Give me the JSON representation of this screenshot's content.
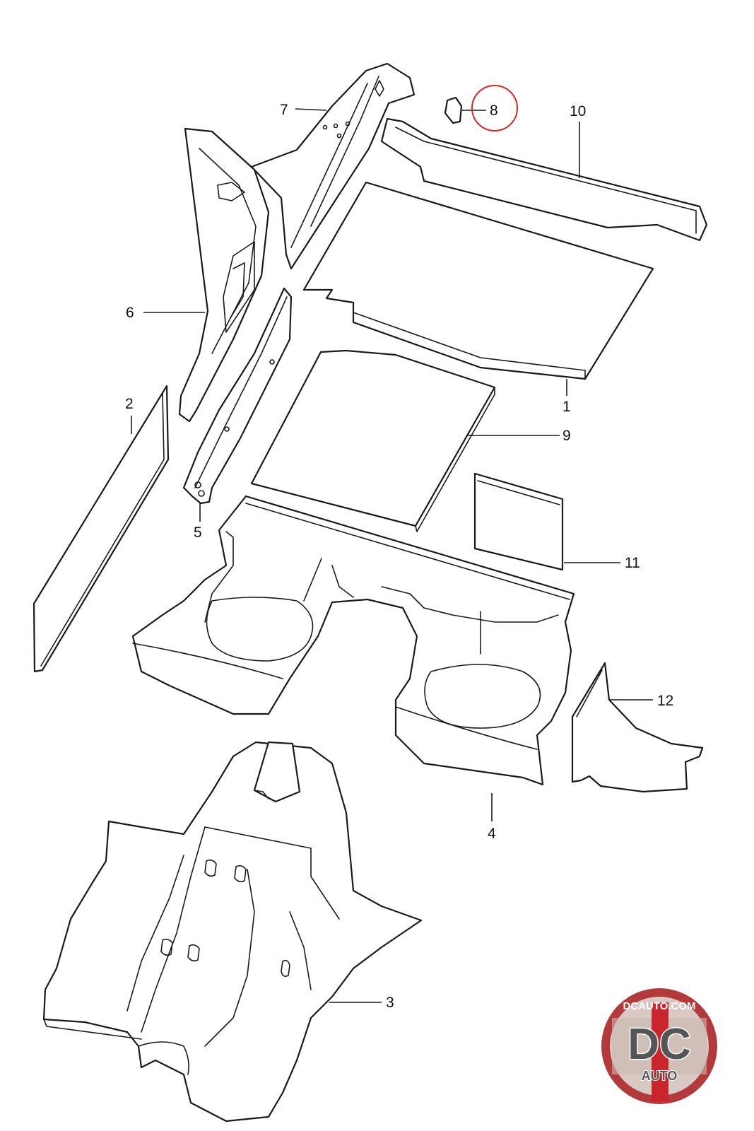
{
  "callouts": [
    {
      "id": "1",
      "label": "1"
    },
    {
      "id": "2",
      "label": "2"
    },
    {
      "id": "3",
      "label": "3"
    },
    {
      "id": "4",
      "label": "4"
    },
    {
      "id": "5",
      "label": "5"
    },
    {
      "id": "6",
      "label": "6"
    },
    {
      "id": "7",
      "label": "7"
    },
    {
      "id": "8",
      "label": "8",
      "highlighted": true
    },
    {
      "id": "9",
      "label": "9"
    },
    {
      "id": "10",
      "label": "10"
    },
    {
      "id": "11",
      "label": "11"
    },
    {
      "id": "12",
      "label": "12"
    }
  ],
  "highlight_color": "#d42a2a",
  "logo": {
    "url_text": "DCAUTO.COM",
    "monogram": "DC",
    "subtitle": "AUTO",
    "ring_color": "#b33a3a",
    "stripe_color": "#c8262c"
  }
}
